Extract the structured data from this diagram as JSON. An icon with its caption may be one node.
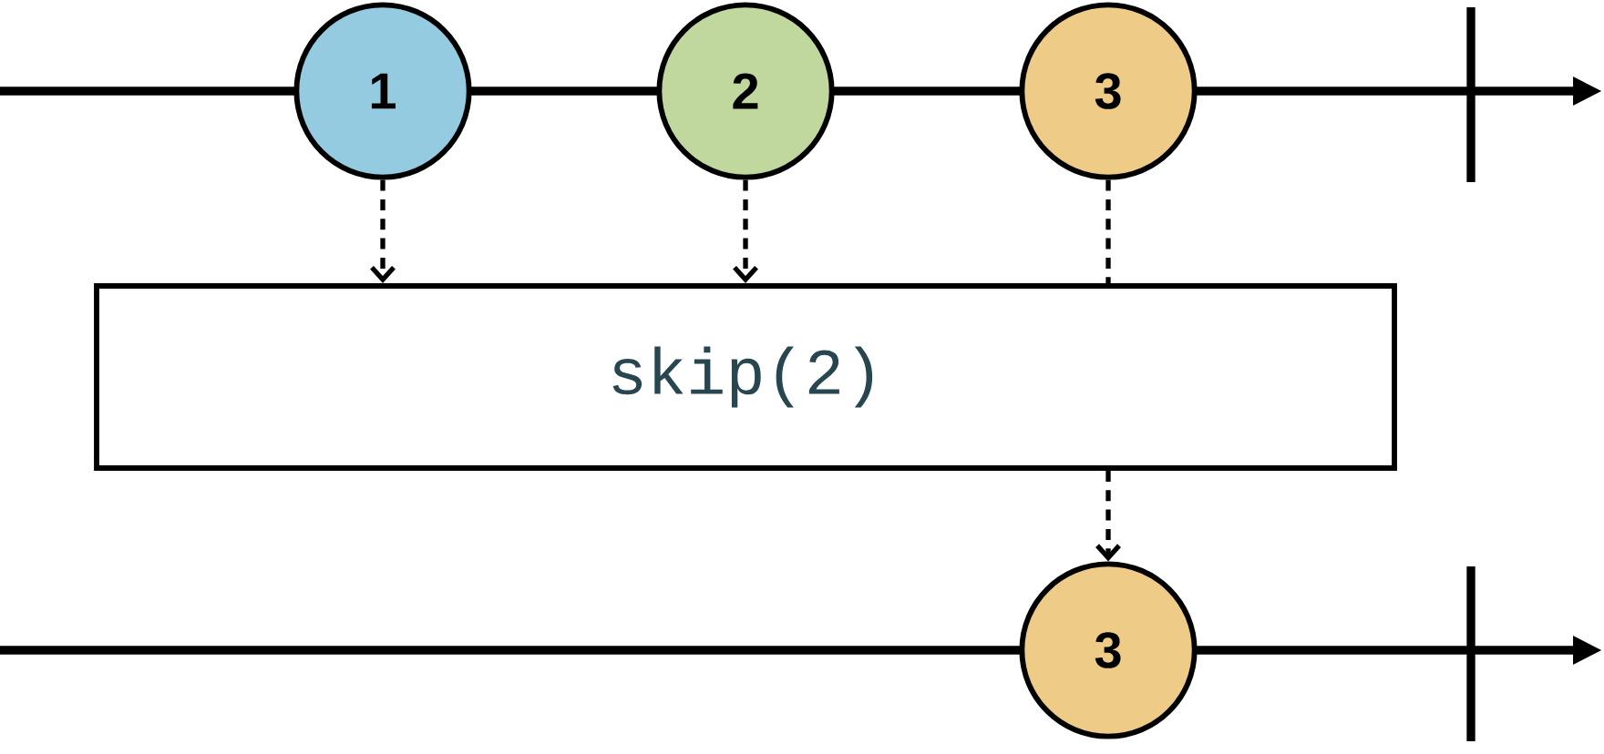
{
  "diagram": {
    "nodes": [
      {
        "text": [
          "1"
        ]
      },
      {
        "text": [
          "2"
        ]
      },
      {
        "text": [
          "3"
        ]
      },
      {
        "text": [
          "skip(2)"
        ]
      },
      {
        "text": [
          "3"
        ]
      }
    ],
    "edges": [
      {
        "from": 0,
        "to": 3,
        "arrow": "to",
        "style": "dashed"
      },
      {
        "from": 1,
        "to": 3,
        "arrow": "to",
        "style": "dashed"
      },
      {
        "from": 2,
        "to": 3,
        "arrow": "none",
        "style": "dashed"
      },
      {
        "from": 3,
        "to": 4,
        "arrow": "to",
        "style": "dashed"
      }
    ]
  }
}
